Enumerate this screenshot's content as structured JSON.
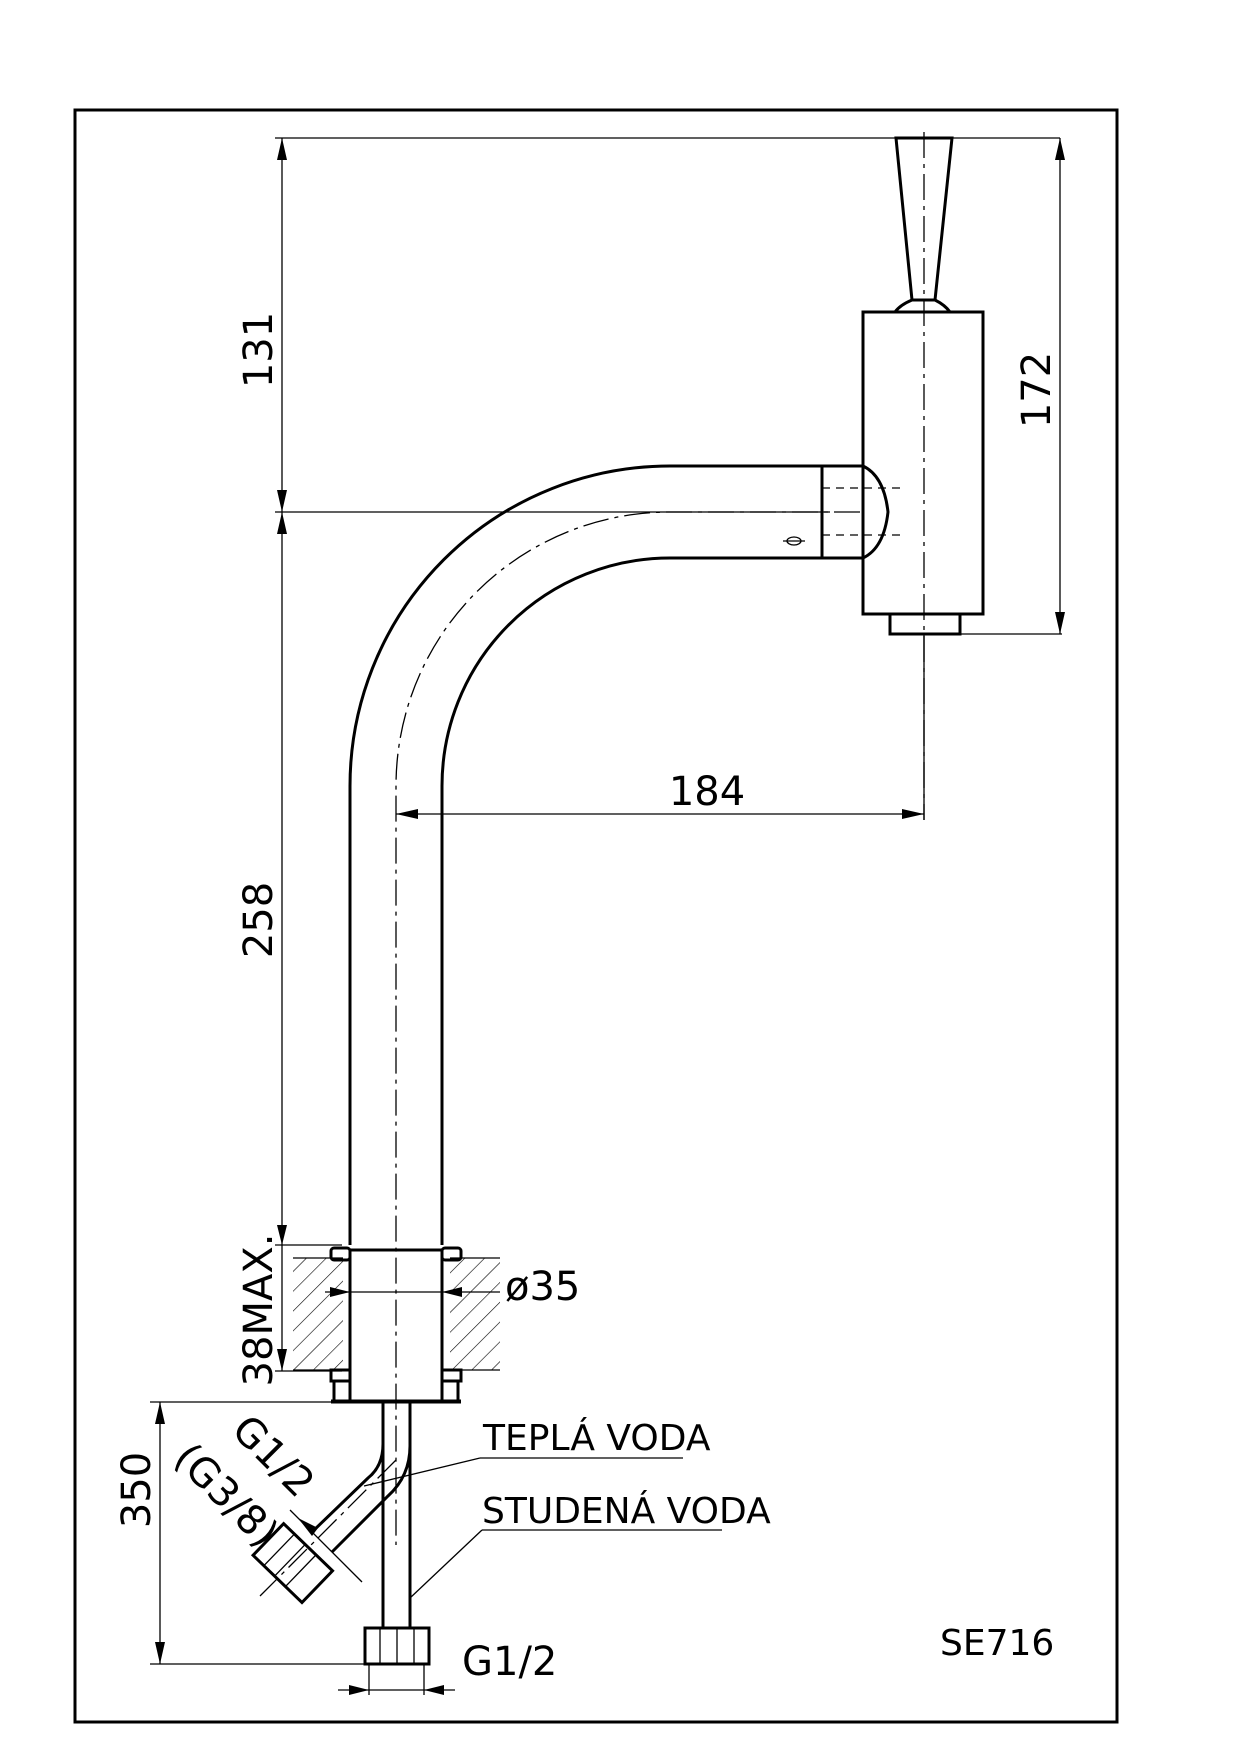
{
  "drawing": {
    "model_code": "SE716",
    "dimensions": {
      "height_top": "131",
      "height_head": "172",
      "reach": "184",
      "height_body": "258",
      "mount_thickness": "38MAX.",
      "hole_diameter": "ø35",
      "connection_depth": "350"
    },
    "threads": {
      "side_outlet": "G1/2",
      "side_outlet_alt": "(G3/8)",
      "bottom_outlet": "G1/2"
    },
    "labels": {
      "hot_water": "TEPLÁ VODA",
      "cold_water": "STUDENÁ VODA"
    }
  }
}
